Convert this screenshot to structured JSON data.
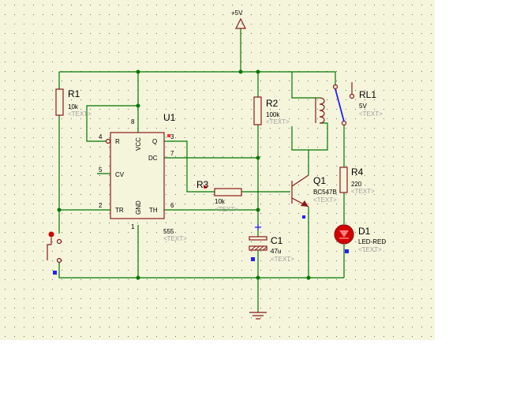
{
  "power": {
    "label": "+5V"
  },
  "components": {
    "r1": {
      "ref": "R1",
      "value": "10k",
      "text": "<TEXT>"
    },
    "r2": {
      "ref": "R2",
      "value": "100k",
      "text": "<TEXT>"
    },
    "r3": {
      "ref": "R3",
      "value": "10k",
      "text": "<TEXT>"
    },
    "r4": {
      "ref": "R4",
      "value": "220",
      "text": "<TEXT>"
    },
    "u1": {
      "ref": "U1",
      "value": "555",
      "text": "<TEXT>",
      "pins": {
        "r": "R",
        "vcc": "VCC",
        "q": "Q",
        "dc": "DC",
        "cv": "CV",
        "tr": "TR",
        "gnd": "GND",
        "th": "TH"
      },
      "pin_numbers": {
        "p4": "4",
        "p8": "8",
        "p3": "3",
        "p7": "7",
        "p5": "5",
        "p2": "2",
        "p1": "1",
        "p6": "6"
      }
    },
    "q1": {
      "ref": "Q1",
      "value": "BC547B",
      "text": "<TEXT>"
    },
    "c1": {
      "ref": "C1",
      "value": "47u",
      "text": "<TEXT>"
    },
    "rl1": {
      "ref": "RL1",
      "value": "5V",
      "text": "<TEXT>"
    },
    "d1": {
      "ref": "D1",
      "value": "LED-RED",
      "text": "<TEXT>"
    }
  },
  "colors": {
    "sheet": "#f5f5dc",
    "wire": "#007800",
    "component": "#8b1a1a",
    "led_on": "#d40000",
    "pin_marker_red": "#ff3030",
    "pin_marker_blue": "#2020ff"
  }
}
